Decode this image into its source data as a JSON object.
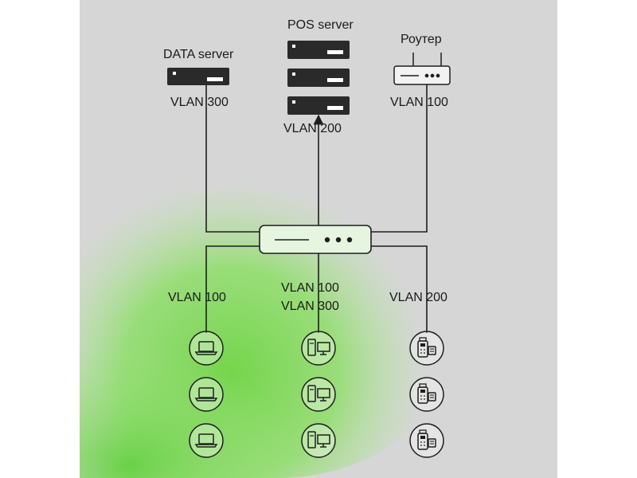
{
  "labels": {
    "data_server": "DATA server",
    "pos_server": "POS server",
    "router": "Роутер",
    "vlan_data": "VLAN 300",
    "vlan_pos": "VLAN 200",
    "vlan_router": "VLAN 100",
    "vlan_laptops": "VLAN  100",
    "vlan_pcs_1": "VLAN  100",
    "vlan_pcs_2": "VLAN  300",
    "vlan_pos_terminals": "VLAN  200"
  },
  "colors": {
    "background": "#d6d6d6",
    "green": "#7fd85a",
    "line": "#1e1e1e",
    "server_fill": "#2a2a2a"
  },
  "icons": [
    "server-icon",
    "router-icon",
    "switch-icon",
    "laptop-icon",
    "desktop-pc-icon",
    "pos-terminal-icon"
  ]
}
